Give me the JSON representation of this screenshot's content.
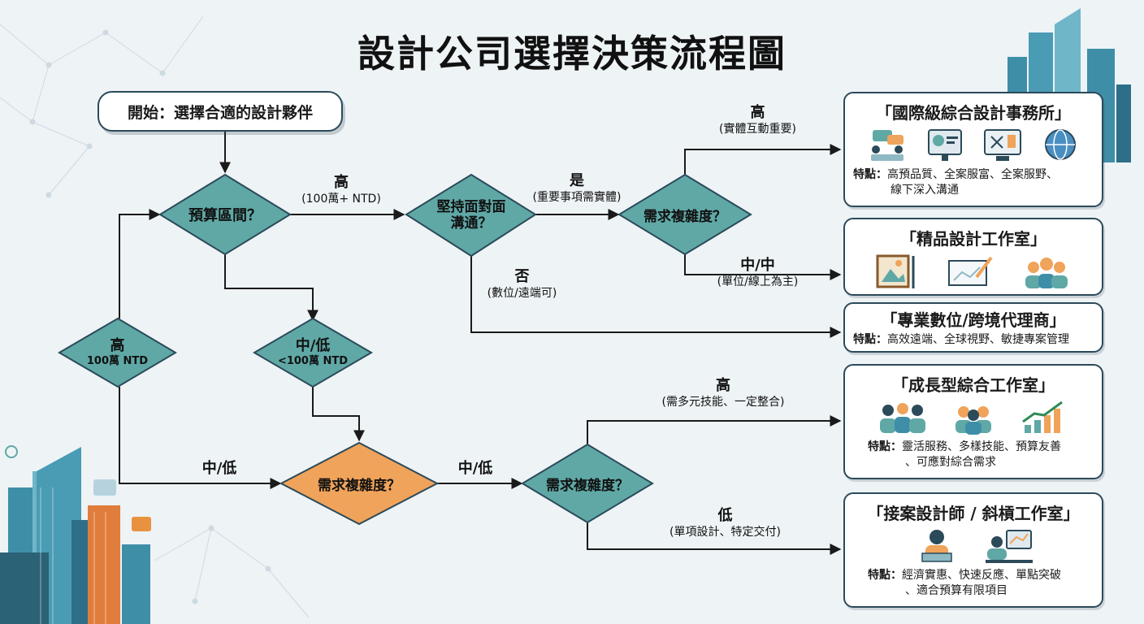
{
  "title": "設計公司選擇決策流程圖",
  "start": "開始：選擇合適的設計夥伴",
  "decisions": {
    "budget": "預算區間？",
    "face_line1": "堅持面對面",
    "face_line2": "溝通？",
    "complexity_top": "需求複雜度？",
    "complexity_mid": "需求複雜度？",
    "complexity_low": "需求複雜度？",
    "high_line1": "高",
    "high_line2": "100萬 NTD",
    "midlow_line1": "中/低",
    "midlow_line2": "<100萬 NTD"
  },
  "labels": {
    "budget_high": "高",
    "budget_high_sub": "(100萬+ NTD)",
    "face_yes": "是",
    "face_yes_sub": "(重要事項需實體)",
    "face_no": "否",
    "face_no_sub": "(數位/遠端可)",
    "top_high": "高",
    "top_high_sub": "(實體互動重要)",
    "top_mid": "中/中",
    "top_mid_sub": "(單位/線上為主)",
    "left_midlow": "中/低",
    "mid_midlow": "中/低",
    "low_high": "高",
    "low_high_sub": "(需多元技能、一定整合)",
    "low_low": "低",
    "low_low_sub": "(單項設計、特定交付)"
  },
  "outcomes": {
    "intl": {
      "title": "「國際級綜合設計事務所」",
      "feature_key": "特點：",
      "feature_line1": "高預品質、全案服富、全案服野、",
      "feature_line2": "線下深入溝通",
      "icons": [
        "meeting-icon",
        "design-screen-icon",
        "blueprint-monitor-icon",
        "globe-icon"
      ]
    },
    "boutique": {
      "title": "「精品設計工作室」",
      "icons": [
        "framed-picture-icon",
        "drafting-sketch-icon",
        "team-icon"
      ]
    },
    "digital": {
      "title": "「專業數位/跨境代理商」",
      "feature_key": "特點：",
      "feature_line1": "高效遠端、全球視野、敏捷專案管理"
    },
    "growth": {
      "title": "「成長型綜合工作室」",
      "feature_key": "特點：",
      "feature_line1": "靈活服務、多樣技能、預算友善",
      "feature_line2": "、可應對綜合需求",
      "icons": [
        "growing-team-icon",
        "collaboration-icon",
        "growth-chart-icon"
      ]
    },
    "freelance": {
      "title": "「接案設計師 / 斜槓工作室」",
      "feature_key": "特點：",
      "feature_line1": "經濟實惠、快速反應、單點突破",
      "feature_line2": "、適合預算有限項目",
      "icons": [
        "freelancer-laptop-icon",
        "designer-desk-icon"
      ]
    }
  },
  "colors": {
    "teal_diamond": "#5fa8a6",
    "orange_diamond": "#f0a35a",
    "outline": "#2b4a5a",
    "background": "#eef3f6"
  }
}
